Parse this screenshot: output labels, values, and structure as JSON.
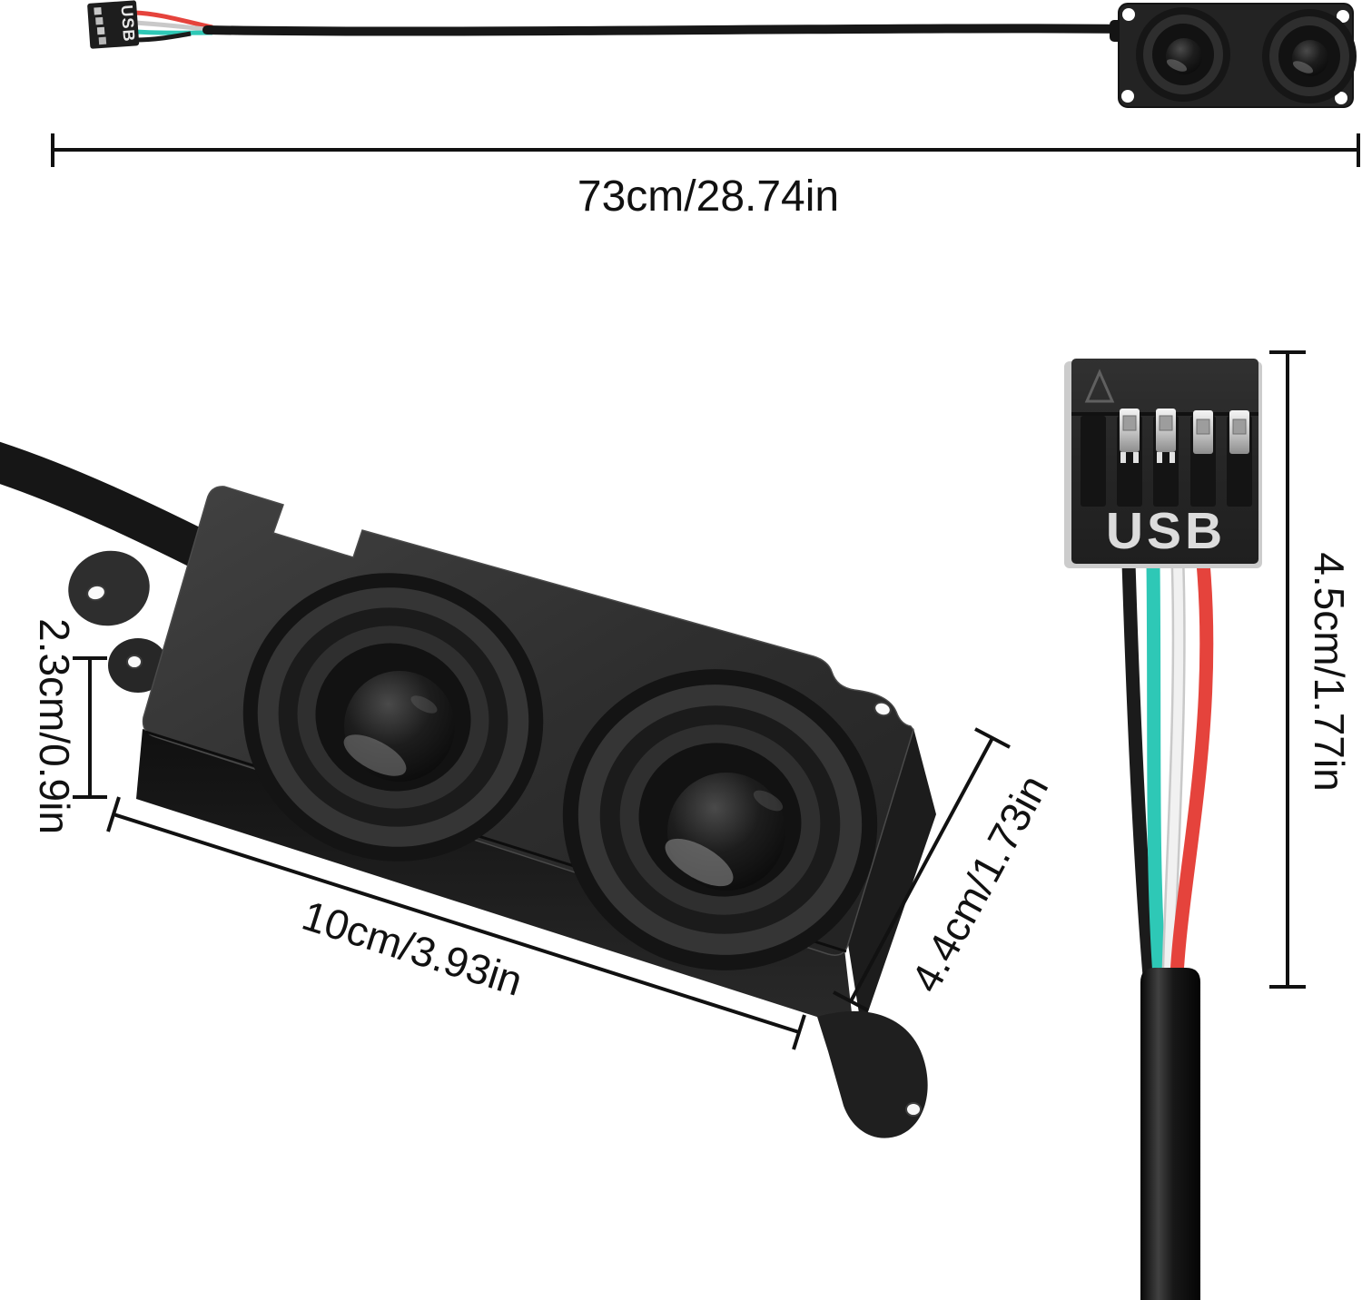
{
  "page": {
    "description": "Product dimension diagram: dual mini speaker unit with 9-pin USB motherboard header cable",
    "background": "#ffffff"
  },
  "labels": {
    "usb_connector_large": "USB",
    "usb_connector_small": "USB"
  },
  "dimensions": {
    "cable_length": "73cm/28.74in",
    "speaker_height": "2.3cm/0.9in",
    "speaker_length": "10cm/3.93in",
    "speaker_depth": "4.4cm/1.73in",
    "connector_length": "4.5cm/1.77in"
  },
  "palette": {
    "annotation": "#111111",
    "body_black": "#262626",
    "wire_black": "#1b1b1b",
    "wire_teal": "#2ec8b6",
    "wire_white": "#f1f1f1",
    "wire_white_shade": "#c9c9c9",
    "wire_red": "#e5433c",
    "pin_silver": "#d6d6d6",
    "connector_edge": "#cccccc"
  }
}
